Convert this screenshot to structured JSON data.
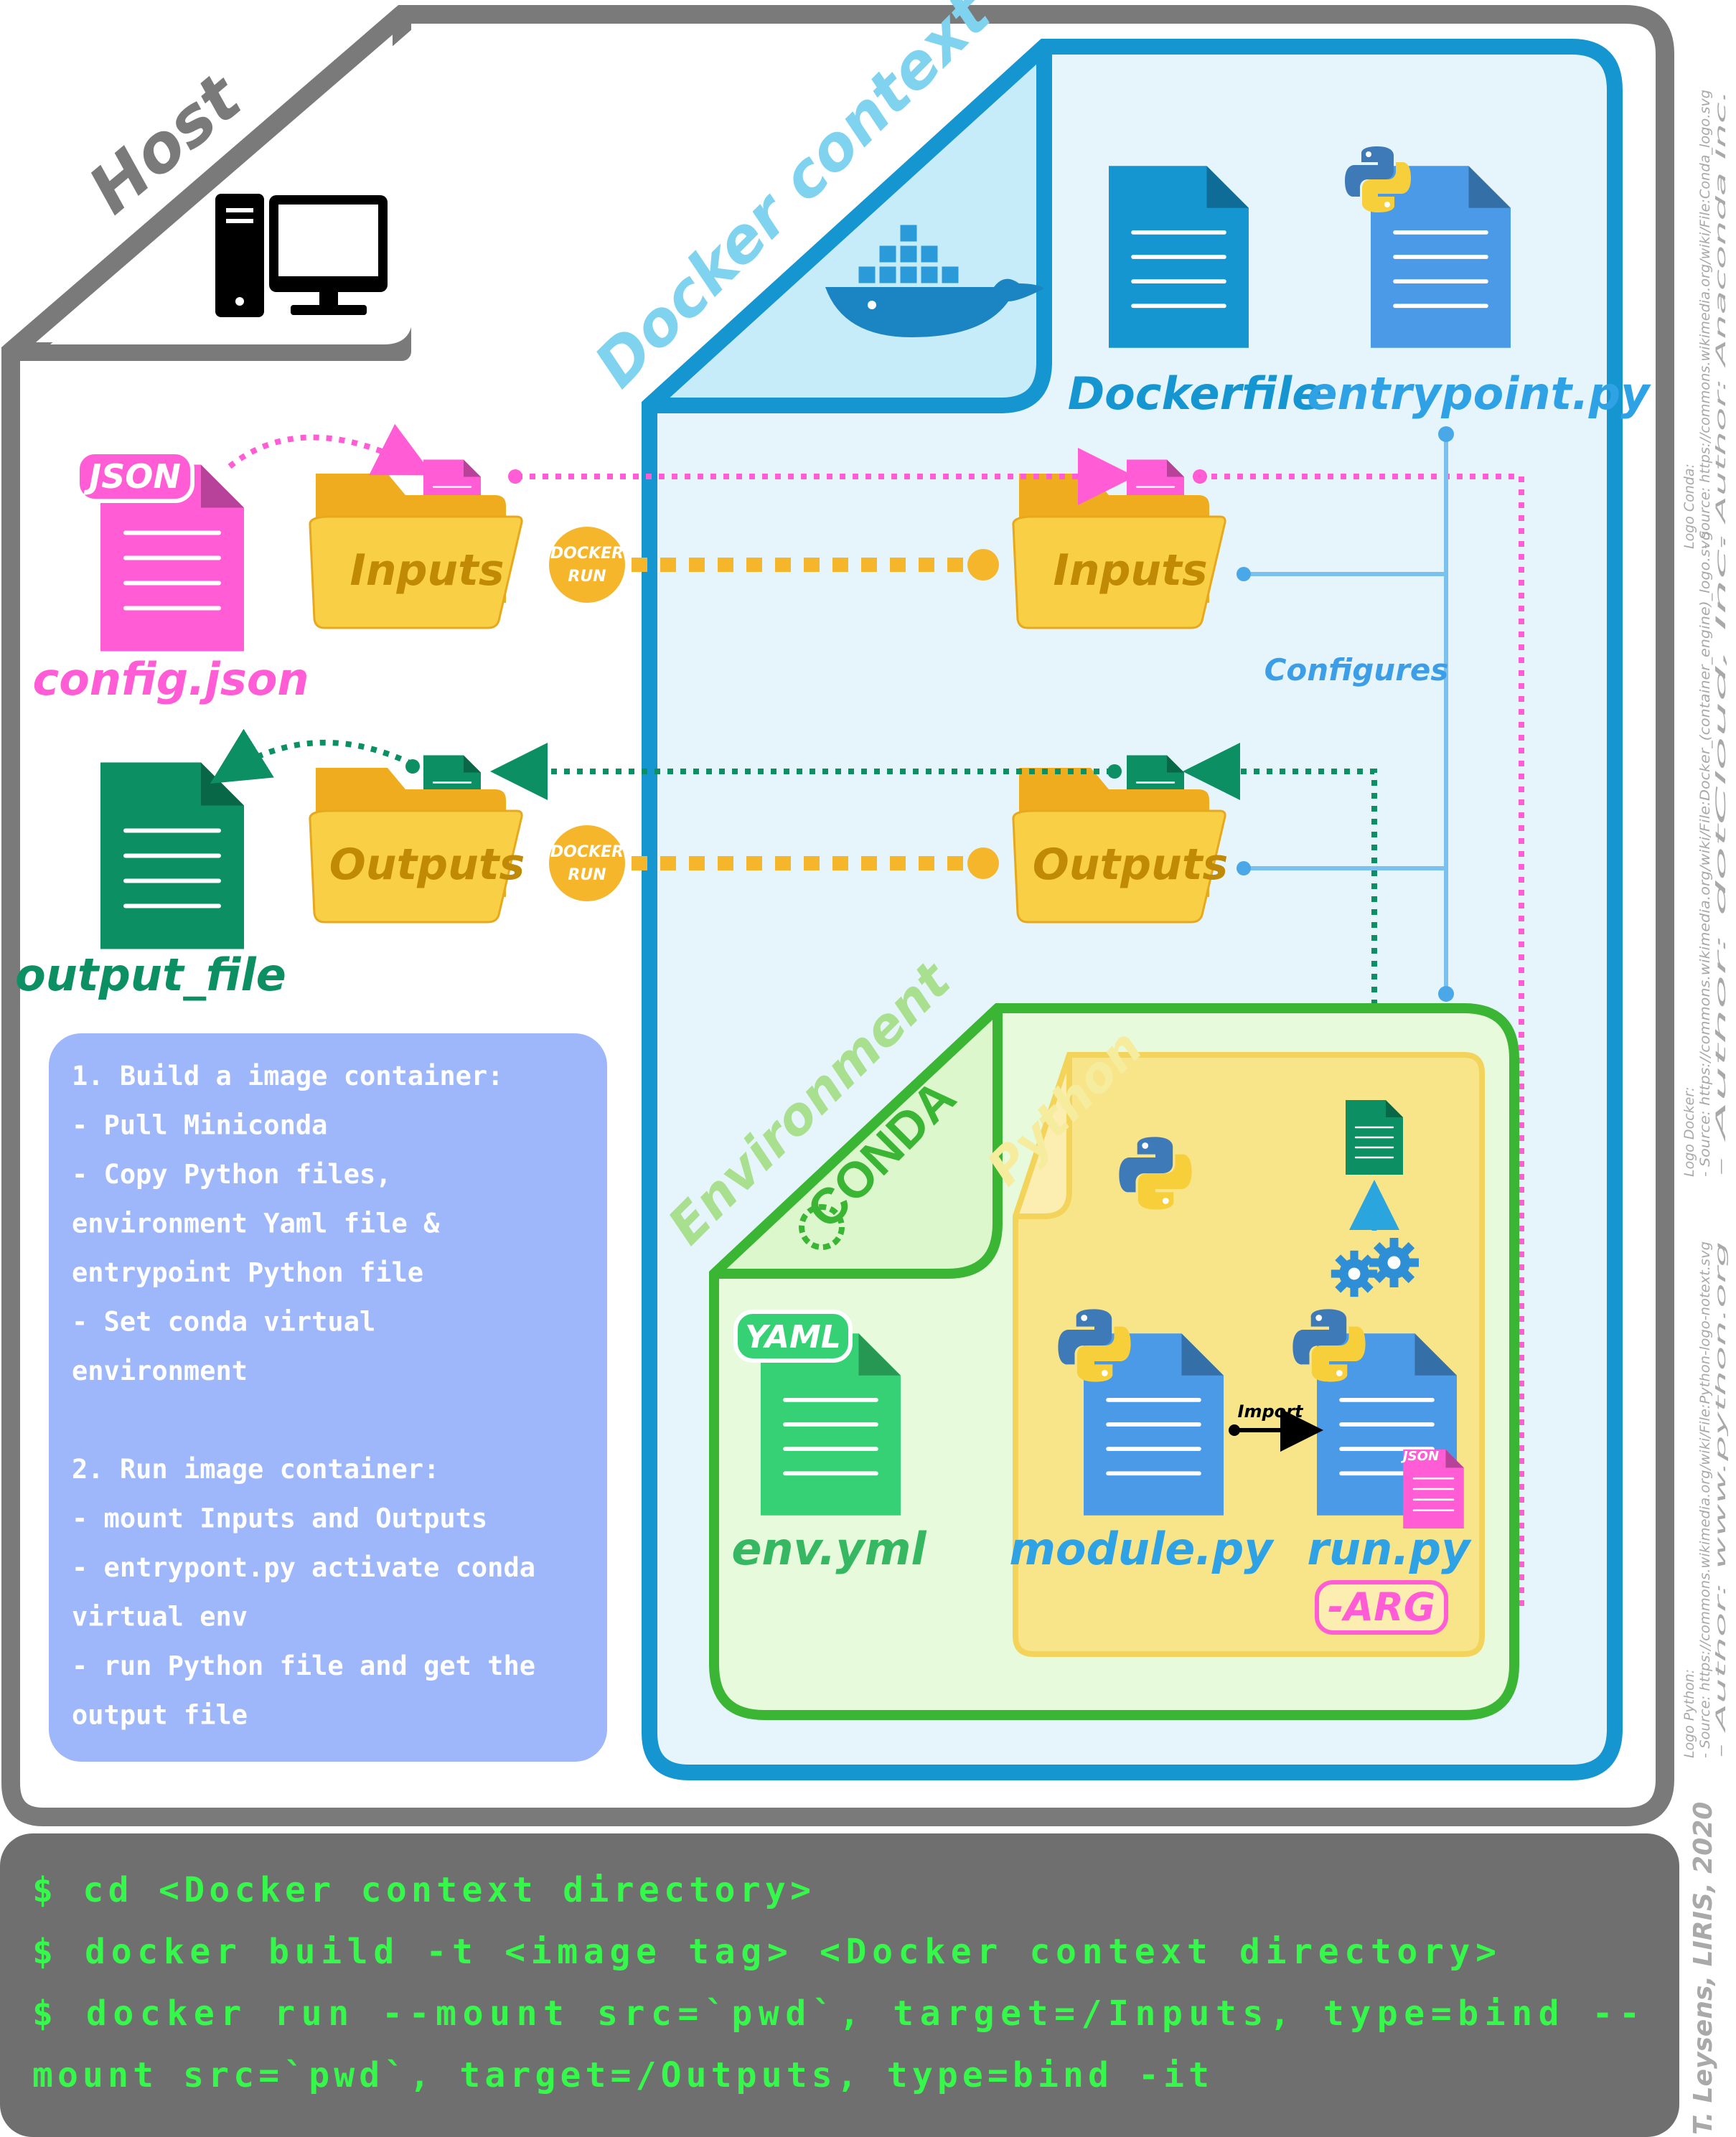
{
  "host": {
    "title": "Host"
  },
  "docker_context": {
    "title": "Docker context"
  },
  "files": {
    "dockerfile": "Dockerfile",
    "entrypoint": "entrypoint.py",
    "config": "config.json",
    "output_file": "output_file",
    "env_yml": "env.yml",
    "module": "module.py",
    "run": "run.py"
  },
  "badges": {
    "json": "JSON",
    "json_small": "JSON",
    "yaml": "YAML",
    "arg": "-ARG",
    "docker_run_1a": "DOCKER",
    "docker_run_1b": "RUN",
    "docker_run_2a": "DOCKER",
    "docker_run_2b": "RUN"
  },
  "folders": {
    "host_inputs": "Inputs",
    "host_outputs": "Outputs",
    "docker_inputs": "Inputs",
    "docker_outputs": "Outputs"
  },
  "edges": {
    "configures": "Configures",
    "import": "Import"
  },
  "environment": {
    "title": "Environment",
    "conda": "CONDA",
    "python": "Python"
  },
  "steps": [
    "1. Build a image container:",
    " - Pull Miniconda",
    " - Copy Python files,",
    "environment Yaml file &",
    "entrypoint Python file",
    " - Set conda virtual",
    "environment",
    "",
    "2. Run image container:",
    " - mount Inputs and Outputs",
    " - entrypont.py activate conda",
    "virtual env",
    " - run Python file and get the",
    "output file"
  ],
  "commands": [
    "$ cd <Docker context directory>",
    "$ docker  build  -t <image tag> <Docker context directory>",
    "$  docker  run  --mount  src=`pwd`,  target=/Inputs,  type=bind  --",
    "mount src=`pwd`, target=/Outputs, type=bind -it"
  ],
  "credits": {
    "conda": [
      "Logo Conda:",
      "- Source: https://commons.wikimedia.org/wiki/File:Conda_logo.svg",
      "- Author: Anaconda Inc."
    ],
    "docker": [
      "Logo Docker:",
      "- Source: https://commons.wikimedia.org/wiki/File:Docker_(container_engine)_logo.svg",
      "- Author: dotCloud, Inc."
    ],
    "python": [
      "Logo Python:",
      "- Source: https://commons.wikimedia.org/wiki/File:Python-logo-notext.svg",
      "- Author: www.python.org"
    ],
    "signature": "T. Leysens, LIRIS, 2020"
  },
  "colors": {
    "host_border": "#7a7a7a",
    "docker_blue": "#1596d0",
    "docker_bg": "#e6f5fb",
    "pink": "#ff5cd6",
    "green_file": "#0c8f63",
    "yellow": "#f5c234",
    "orange_dot": "#f6b62c",
    "conda_green": "#3ab534",
    "python_yellow": "#f8e58a",
    "steps_bg": "#9eb7fb",
    "terminal_bg": "#6f6f6f",
    "terminal_text": "#35f84b",
    "file_blue": "#4a9ae8"
  }
}
